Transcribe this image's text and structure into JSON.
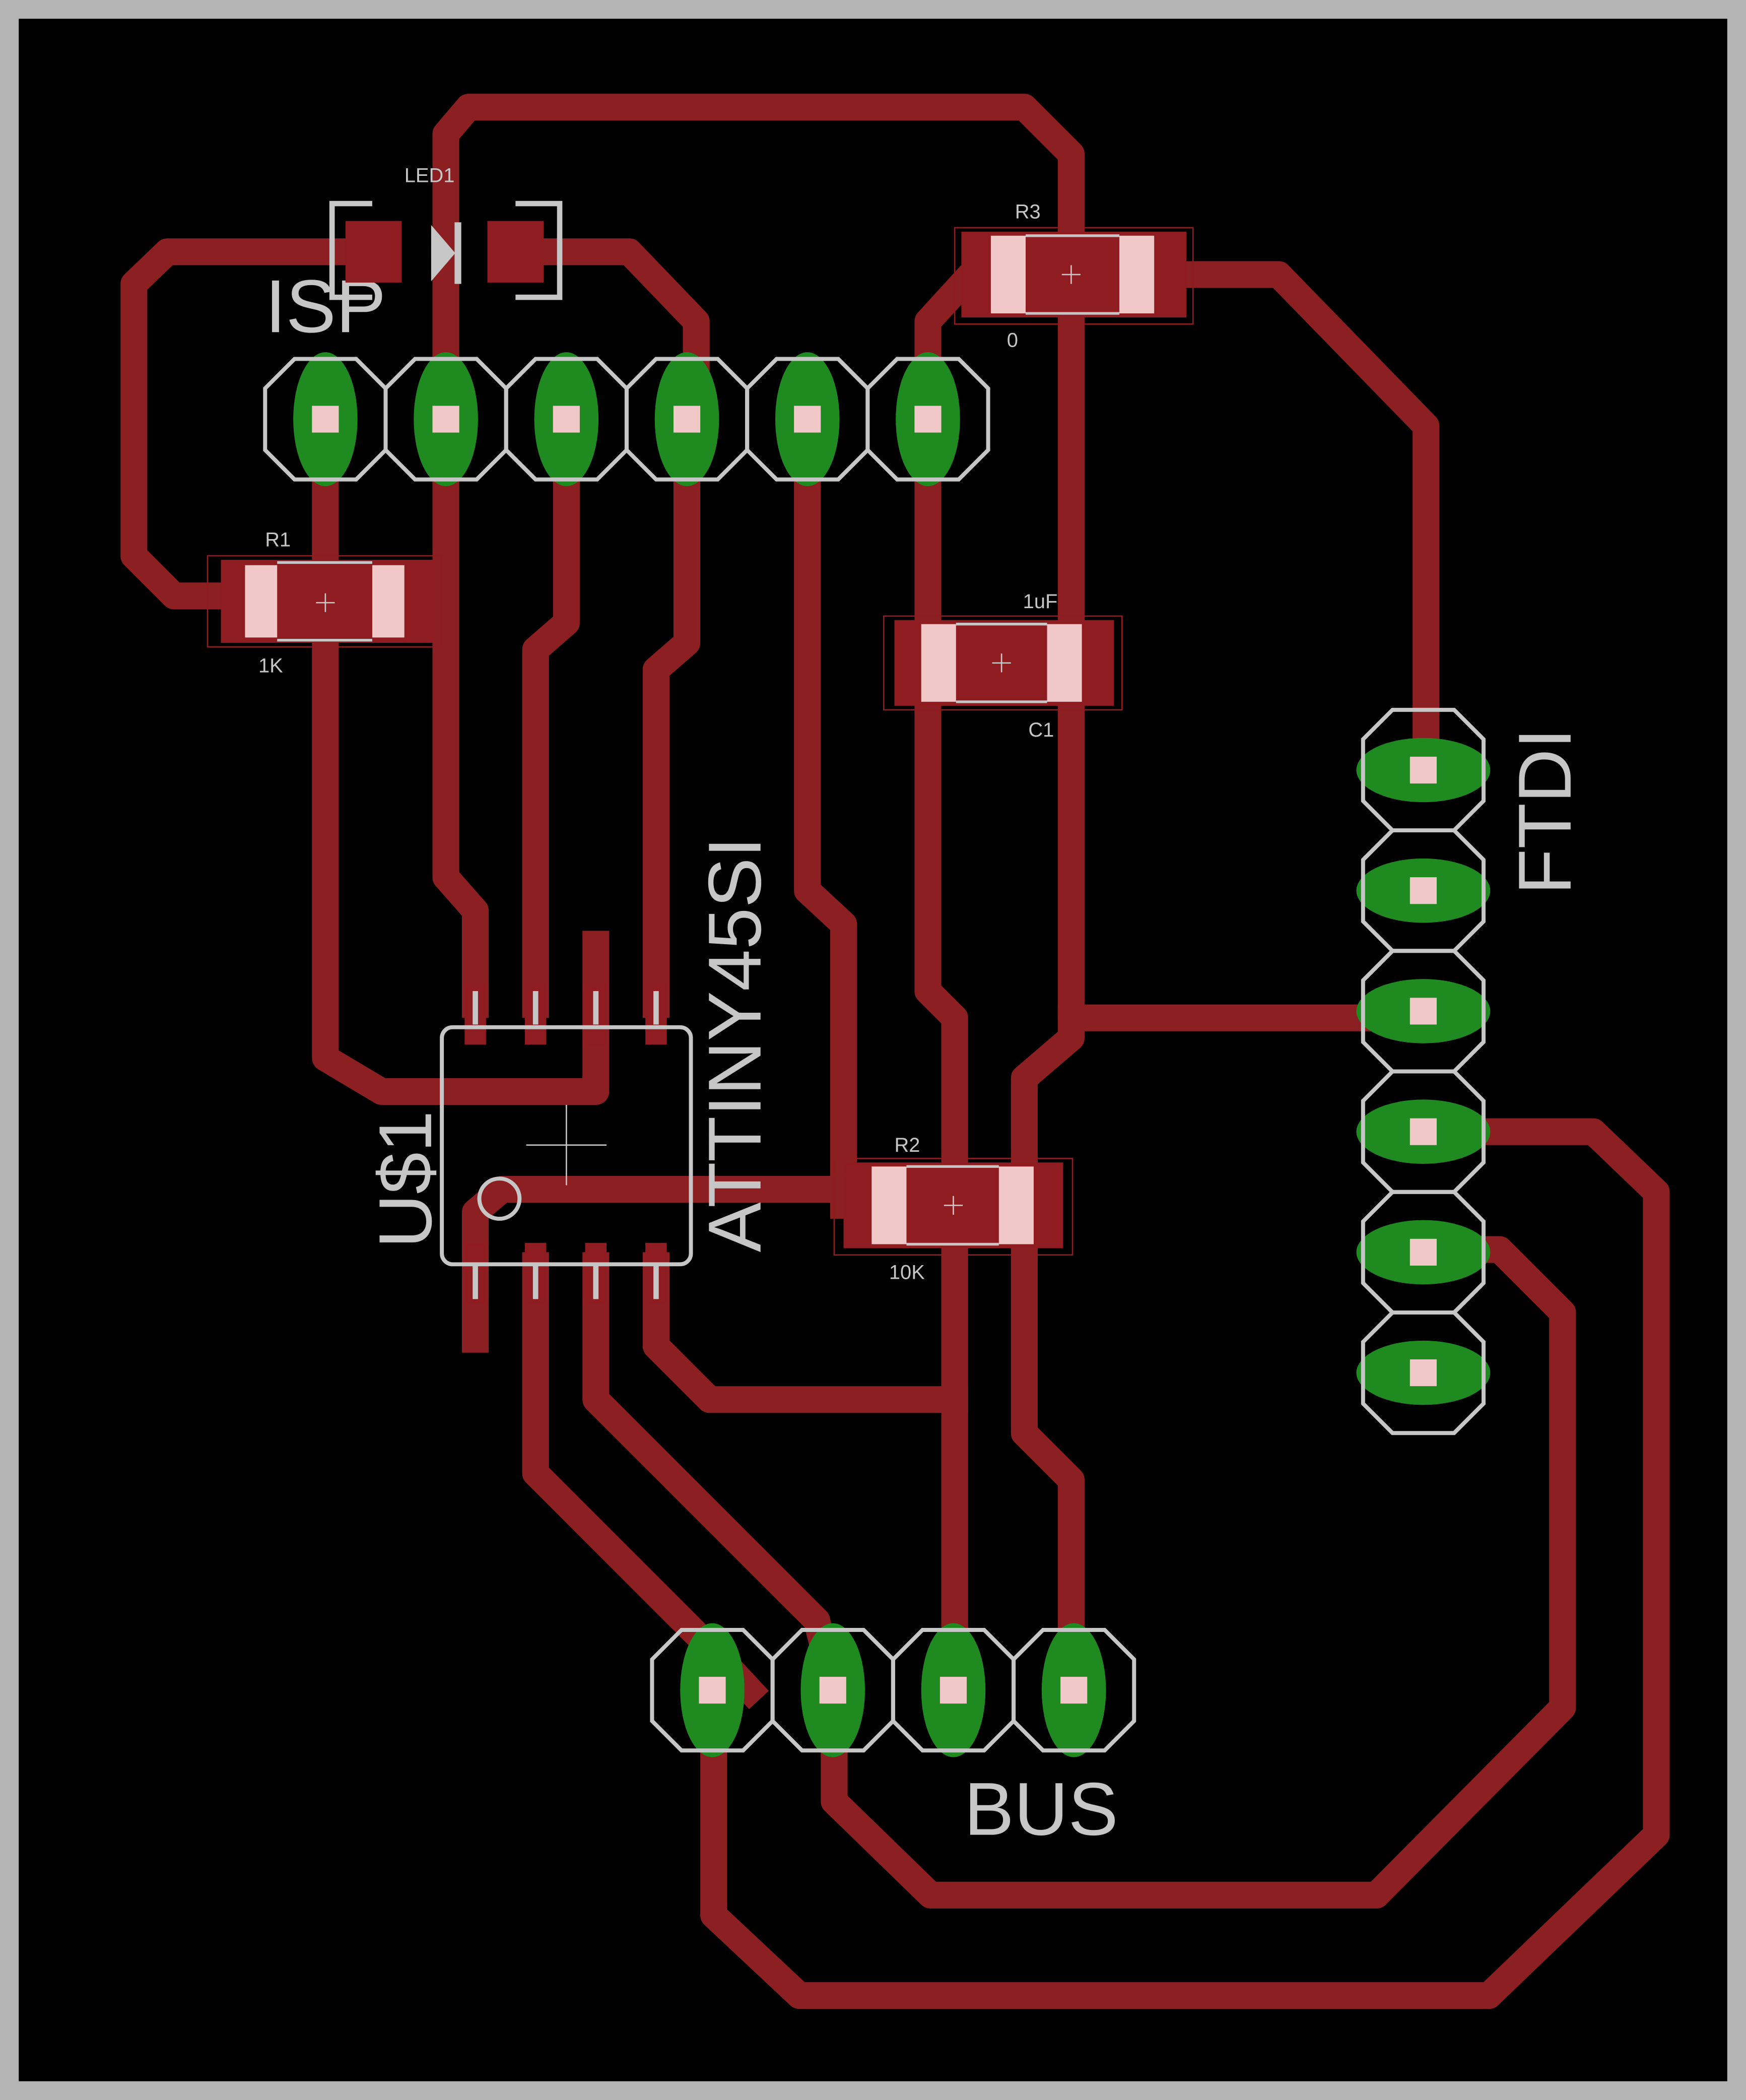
{
  "colors": {
    "frame": "#b4b4b4",
    "board": "#000000",
    "trace": "#8c1f22",
    "pad_copper": "#1f8a1f",
    "pad_metal": "#f0c8c8",
    "silkscreen": "#c6c6c6",
    "smd_body": "#8e1c20"
  },
  "labels": {
    "isp": "ISP",
    "led1": "LED1",
    "r1": "R1",
    "r1_value": "1K",
    "r3": "R3",
    "r3_value": "0",
    "c1_value": "1uF",
    "c1": "C1",
    "r2": "R2",
    "r2_value": "10K",
    "attiny": "ATTINY45SI",
    "u1": "U$1",
    "ftdi": "FTDI",
    "bus": "BUS"
  },
  "components": {
    "isp_header": {
      "type": "pin-header",
      "pins": 6
    },
    "ftdi_header": {
      "type": "pin-header",
      "pins": 6
    },
    "bus_header": {
      "type": "pin-header",
      "pins": 4
    },
    "u1": {
      "type": "soic-8",
      "pins": 8
    },
    "led1": {
      "type": "smd-led"
    },
    "r1": {
      "type": "smd-resistor"
    },
    "r2": {
      "type": "smd-resistor"
    },
    "r3": {
      "type": "smd-resistor"
    },
    "c1": {
      "type": "smd-capacitor"
    }
  }
}
